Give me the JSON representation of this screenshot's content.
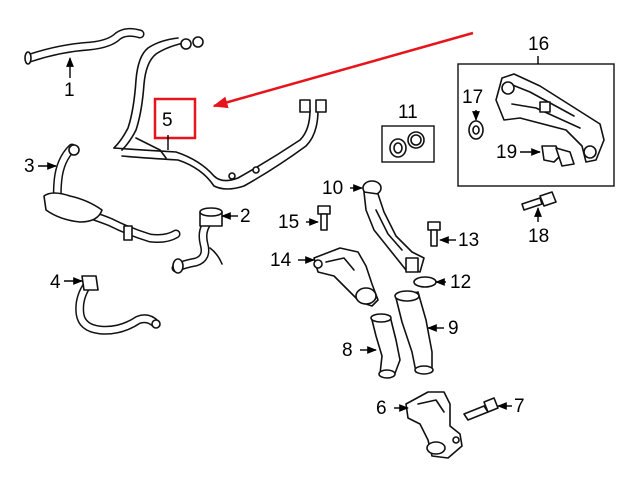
{
  "callouts": {
    "c1": "1",
    "c2": "2",
    "c3": "3",
    "c4": "4",
    "c5": "5",
    "c6": "6",
    "c7": "7",
    "c8": "8",
    "c9": "9",
    "c10": "10",
    "c11": "11",
    "c12": "12",
    "c13": "13",
    "c14": "14",
    "c15": "15",
    "c16": "16",
    "c17": "17",
    "c18": "18",
    "c19": "19"
  },
  "highlight_color": "#e8141c"
}
